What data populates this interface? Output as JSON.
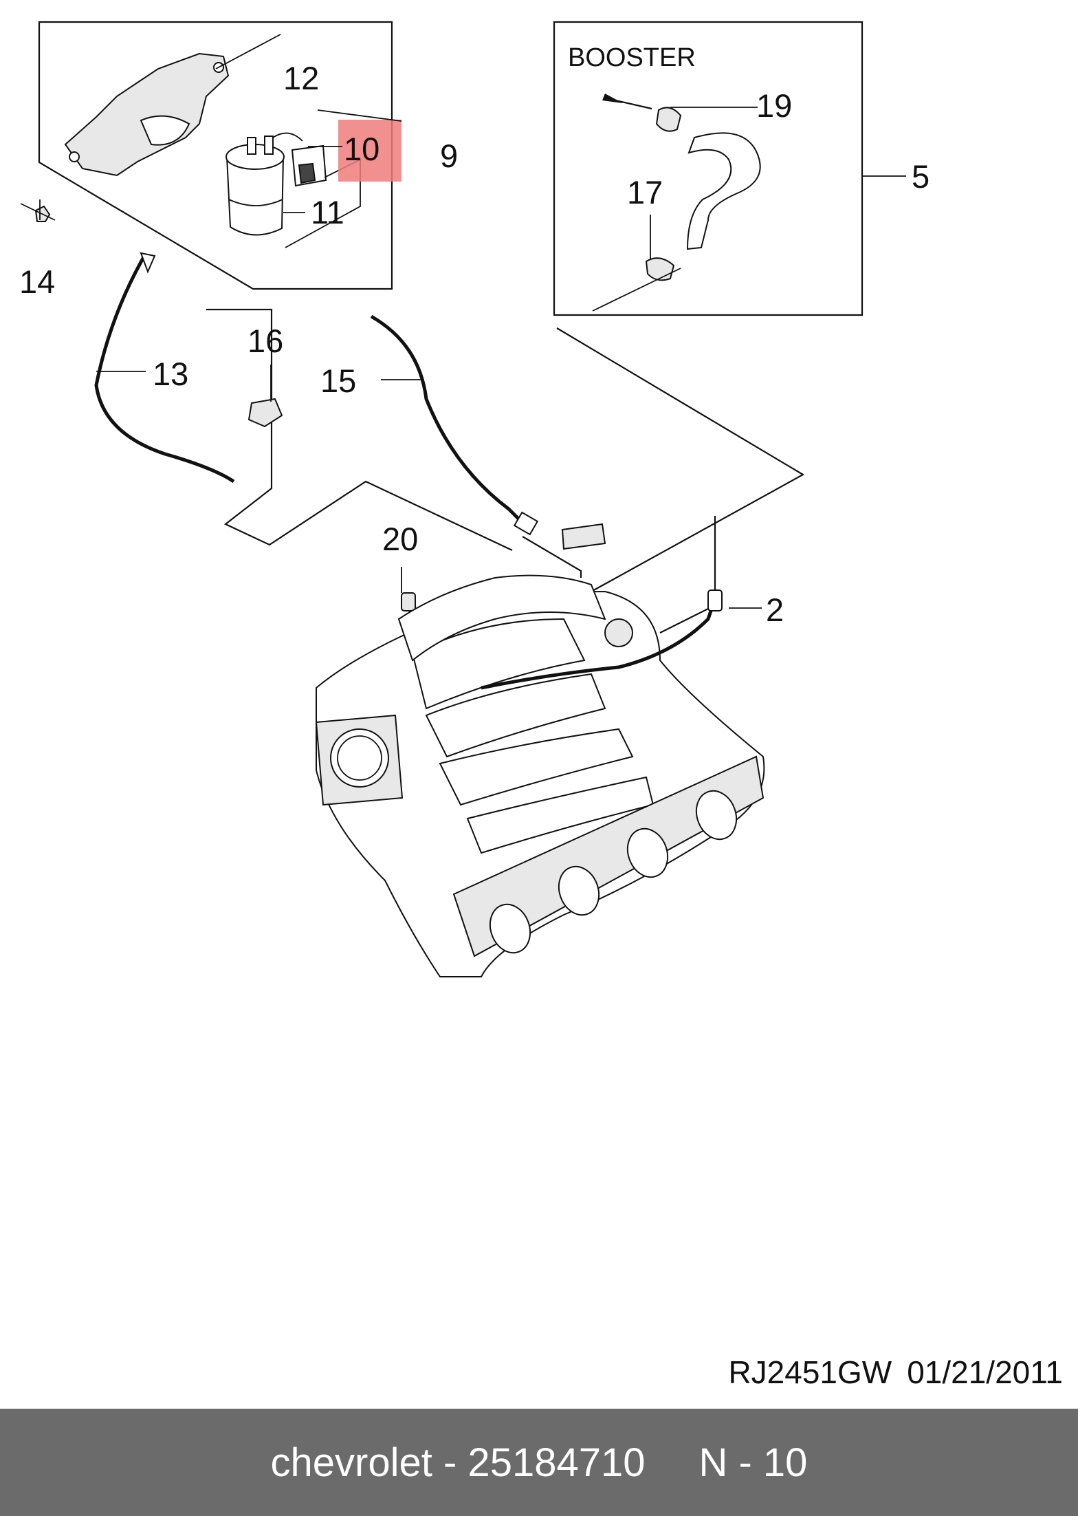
{
  "diagram": {
    "callouts": {
      "c2": "2",
      "c5": "5",
      "c9": "9",
      "c10": "10",
      "c11": "11",
      "c12": "12",
      "c13": "13",
      "c14": "14",
      "c15": "15",
      "c16": "16",
      "c17": "17",
      "c19": "19",
      "c20": "20"
    },
    "booster_label": "BOOSTER",
    "highlight_color": "#f07b7b"
  },
  "drawing_ref": {
    "code": "RJ2451GW",
    "date": "01/21/2011"
  },
  "footer": {
    "product": "chevrolet - 25184710",
    "position": "N - 10",
    "background": "#6b6b6b"
  }
}
